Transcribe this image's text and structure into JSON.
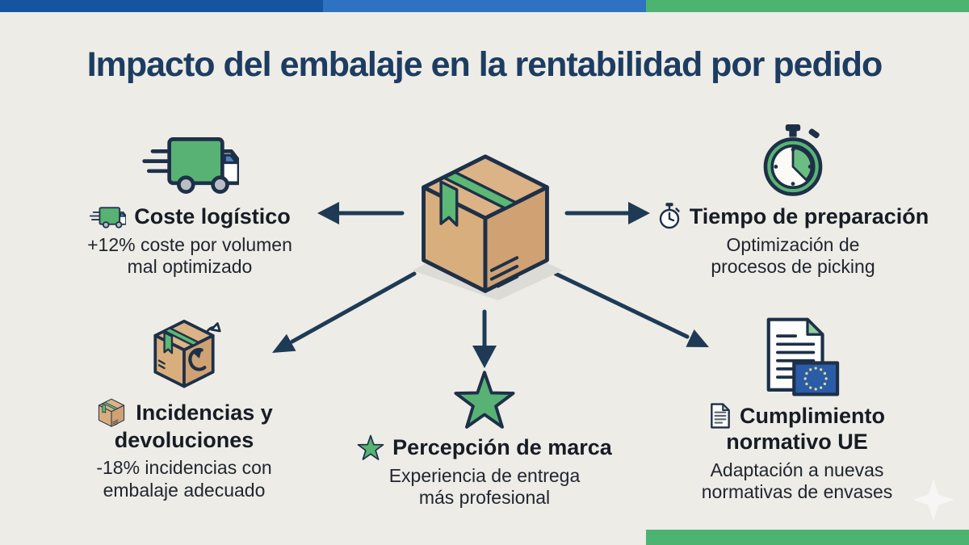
{
  "title": "Impacto del embalaje en la rentabilidad por pedido",
  "colors": {
    "background": "#edece7",
    "navy_outline": "#1e3048",
    "title_navy": "#1d3c61",
    "accent_green": "#58b274",
    "topbar_dark_blue": "#15549e",
    "topbar_blue": "#2e73c2",
    "topbar_green": "#4db370",
    "box_tan": "#dcb287",
    "eu_flag_blue": "#2a5ca8"
  },
  "nodes": {
    "center": {
      "icon_name": "package-box-icon"
    },
    "top_left": {
      "icon_name": "delivery-truck-icon",
      "title": "Coste logístico",
      "lines": [
        "+12% coste por volumen",
        "mal optimizado"
      ]
    },
    "top_right": {
      "icon_name": "stopwatch-icon",
      "title": "Tiempo de preparación",
      "lines": [
        "Optimización de",
        "procesos de picking"
      ]
    },
    "bottom_left": {
      "icon_name": "return-box-icon",
      "title_lines": [
        "Incidencias y",
        "devoluciones"
      ],
      "lines": [
        "-18% incidencias con",
        "embalaje adecuado"
      ]
    },
    "bottom_center": {
      "icon_name": "star-icon",
      "title": "Percepción de marca",
      "lines": [
        "Experiencia de entrega",
        "más profesional"
      ]
    },
    "bottom_right": {
      "icon_name": "eu-document-icon",
      "title_lines": [
        "Cumplimiento",
        "normativo UE"
      ],
      "lines": [
        "Adaptación a nuevas",
        "normativas de envases"
      ]
    }
  }
}
